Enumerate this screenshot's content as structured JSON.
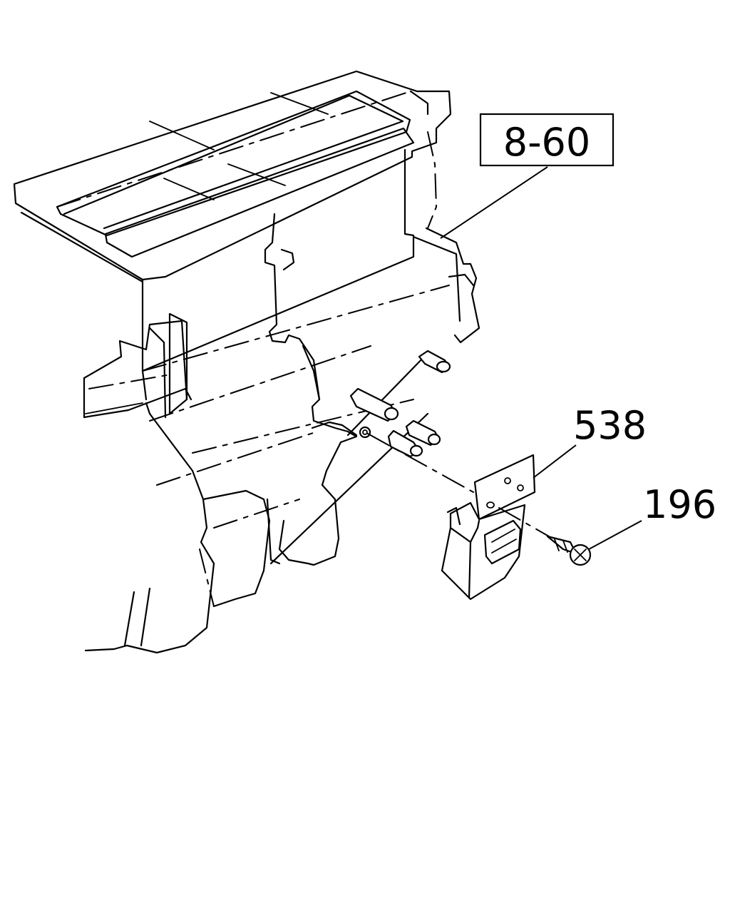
{
  "labels": {
    "ref": "8-60",
    "part_538": "538",
    "part_196": "196"
  },
  "colors": {
    "line": "#000000",
    "background": "#ffffff"
  }
}
